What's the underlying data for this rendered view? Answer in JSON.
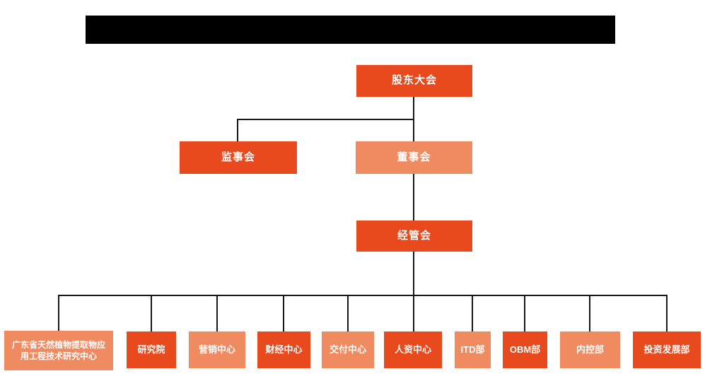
{
  "title_bar": {
    "background": "#000000",
    "text": ""
  },
  "org_chart": {
    "type": "org-chart",
    "colors": {
      "primary": "#E8491D",
      "secondary": "#F08A60",
      "connector": "#161616",
      "node_text": "#FFFFFF"
    },
    "nodes": [
      {
        "id": "shareholders-meeting",
        "label": "股东大会",
        "variant": "primary",
        "level": 1,
        "parent": null
      },
      {
        "id": "supervisory-board",
        "label": "监事会",
        "variant": "primary",
        "level": 2,
        "parent": "股东大会"
      },
      {
        "id": "board-of-directors",
        "label": "董事会",
        "variant": "secondary",
        "level": 2,
        "parent": "股东大会"
      },
      {
        "id": "management-committee",
        "label": "经管会",
        "variant": "primary",
        "level": 3,
        "parent": "董事会"
      },
      {
        "id": "research-center",
        "label": "广东省天然植物提取物应用工程技术研究中心",
        "variant": "secondary",
        "level": 4,
        "parent": "经管会"
      },
      {
        "id": "research-institute",
        "label": "研究院",
        "variant": "primary",
        "level": 4,
        "parent": "经管会"
      },
      {
        "id": "marketing-center",
        "label": "营销中心",
        "variant": "secondary",
        "level": 4,
        "parent": "经管会"
      },
      {
        "id": "finance-center",
        "label": "财经中心",
        "variant": "primary",
        "level": 4,
        "parent": "经管会"
      },
      {
        "id": "delivery-center",
        "label": "交付中心",
        "variant": "secondary",
        "level": 4,
        "parent": "经管会"
      },
      {
        "id": "hr-center",
        "label": "人资中心",
        "variant": "primary",
        "level": 4,
        "parent": "经管会"
      },
      {
        "id": "itd-dept",
        "label": "ITD部",
        "variant": "secondary",
        "level": 4,
        "parent": "经管会"
      },
      {
        "id": "obm-dept",
        "label": "OBM部",
        "variant": "primary",
        "level": 4,
        "parent": "经管会"
      },
      {
        "id": "internal-control-dept",
        "label": "内控部",
        "variant": "secondary",
        "level": 4,
        "parent": "经管会"
      },
      {
        "id": "investment-dev-dept",
        "label": "投资发展部",
        "variant": "primary",
        "level": 4,
        "parent": "经管会"
      }
    ]
  }
}
